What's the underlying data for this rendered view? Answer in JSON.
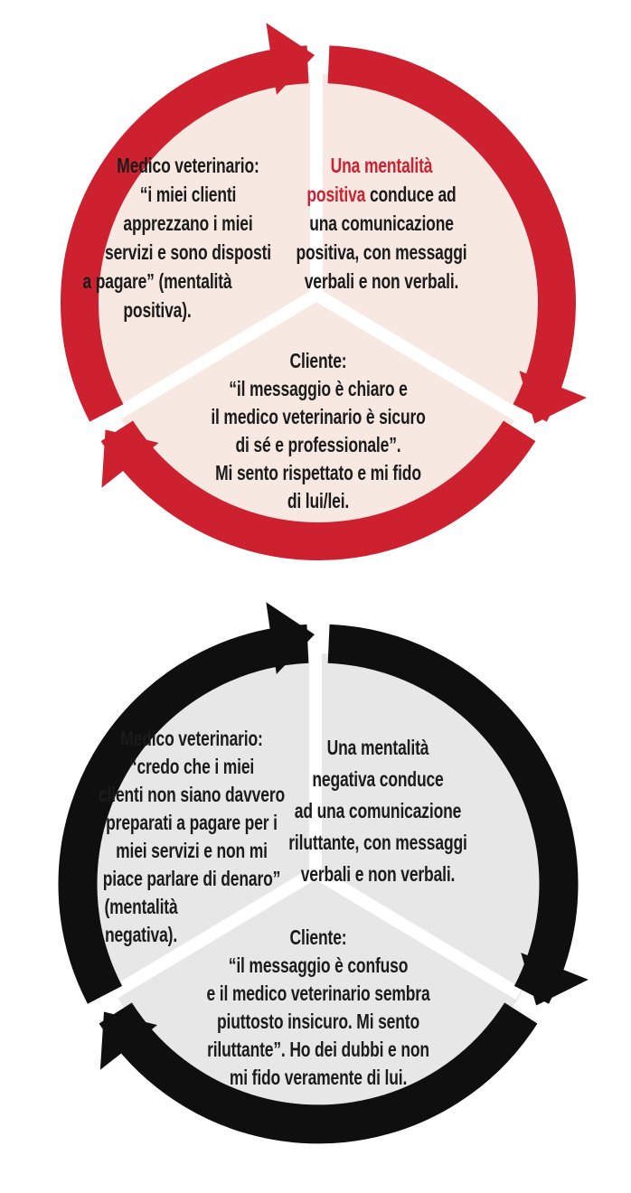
{
  "colors": {
    "red": "#ce2130",
    "pink": "#f7e8e1",
    "ring_black": "#0f0f0f",
    "gray": "#e7e7e7",
    "ink": "#1b1b1b",
    "bg": "#ffffff"
  },
  "positive_cycle": {
    "vet_main": "Medico veterinario:\n“i miei clienti\napprezzano i miei\nservizi e sono disposti",
    "vet_tail": "a pagare” (mentalità\npositiva).",
    "mindset_highlight": "Una mentalità\npositiva",
    "mindset_rest": " conduce ad\nuna comunicazione\npositiva, con messaggi\nverbali e non verbali.",
    "client": "Cliente:\n“il messaggio è chiaro e\nil medico veterinario è sicuro\ndi sé e professionale”.\nMi sento rispettato e mi fido\ndi lui/lei."
  },
  "negative_cycle": {
    "vet_main": "Medico veterinario:\n“credo che i miei\nclienti non siano davvero\npreparati a pagare per i\nmiei servizi e non mi\npiace parlare di denaro”",
    "vet_tail": "(mentalità\nnegativa).",
    "mindset": "Una mentalità\nnegativa conduce\nad una comunicazione\nriluttante, con messaggi\nverbali e non verbali.",
    "client": "Cliente:\n“il messaggio è confuso\ne il medico veterinario sembra\npiuttosto insicuro. Mi sento\nriluttante”. Ho dei dubbi e non\nmi fido veramente di lui."
  }
}
